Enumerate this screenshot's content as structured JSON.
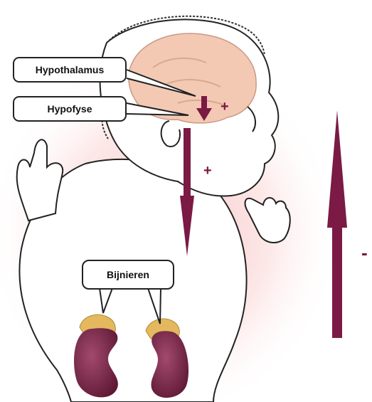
{
  "labels": {
    "hypothalamus": "Hypothalamus",
    "hypofyse": "Hypofyse",
    "bijnieren": "Bijnieren"
  },
  "signs": {
    "plus_brain": "+",
    "plus_pituitary": "+",
    "minus_feedback": "-"
  },
  "colors": {
    "arrow": "#7a1a45",
    "kidney": "#7e2a4d",
    "adrenal": "#e3b85e",
    "brain": "#f3c9b4",
    "glow": "#f6b9b9",
    "outline": "#222222"
  }
}
